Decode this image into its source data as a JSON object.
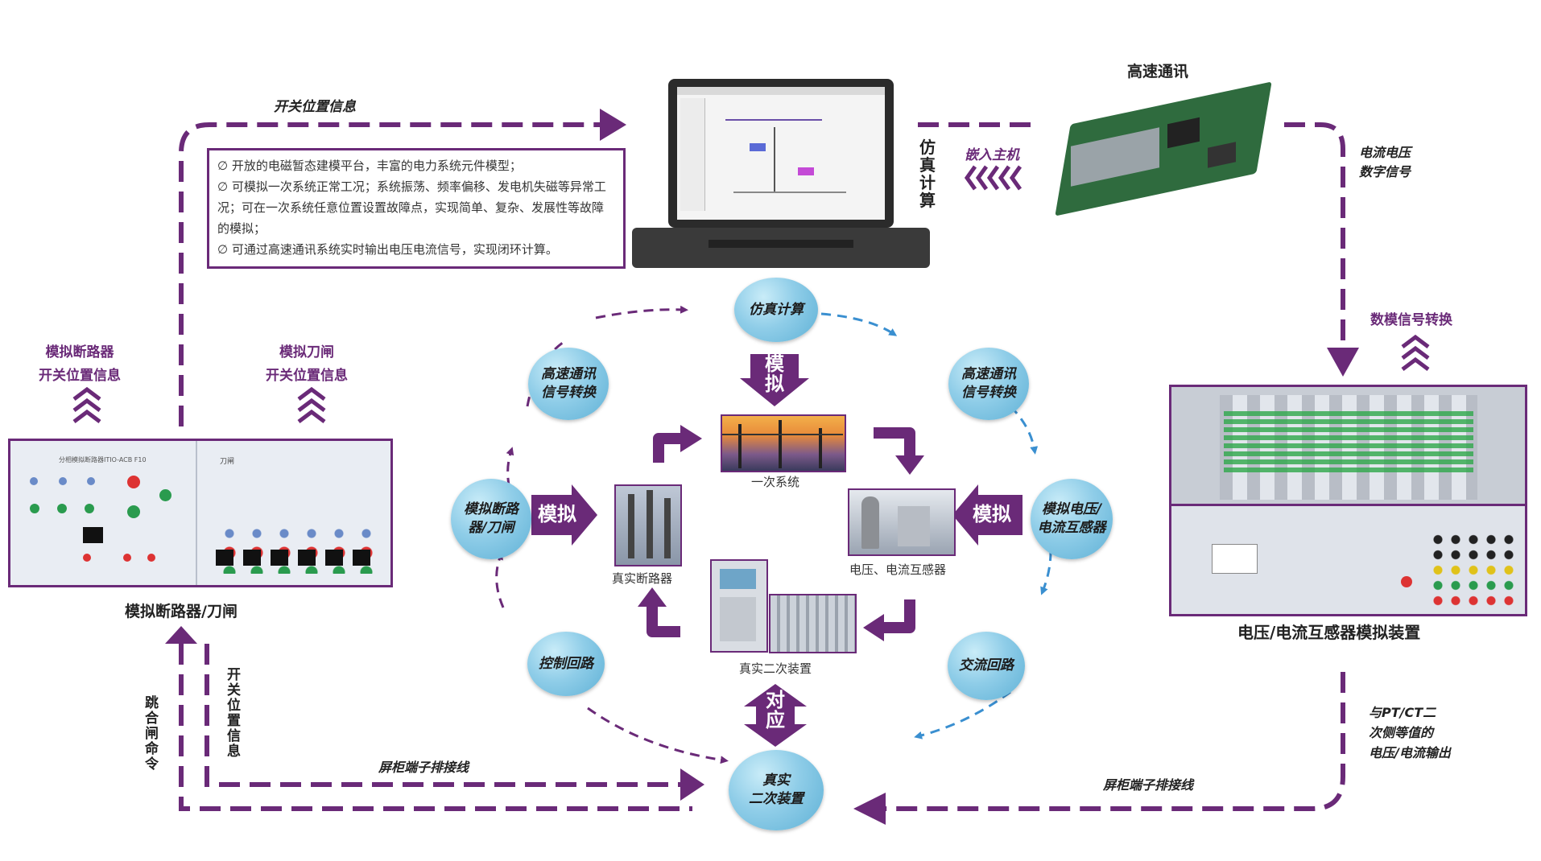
{
  "labels": {
    "switch_pos_top": "开关位置信息",
    "high_speed_comm": "高速通讯",
    "embed_host": "嵌入主机",
    "sim_calc_vertical": "仿真计算",
    "cur_volt_digital": "电流电压\n数字信号",
    "dac_convert": "数模信号转换",
    "breaker_pos_left": "模拟断路器\n开关位置信息",
    "knife_pos_left": "模拟刀闸\n开关位置信息",
    "breaker_device_caption": "模拟断路器/刀闸",
    "pt_ct_caption": "电压/电流互感器模拟装置",
    "trip_close_cmd": "跳合闸命令",
    "switch_pos_vertical": "开关位置信息",
    "cabinet_wiring_left": "屏柜端子排接线",
    "cabinet_wiring_right": "屏柜端子排接线",
    "pt_ct_output": "与PT/CT二\n次侧等值的\n电压/电流输出"
  },
  "info_box": [
    "∅ 开放的电磁暂态建模平台，丰富的电力系统元件模型；",
    "∅ 可模拟一次系统正常工况；系统振荡、频率偏移、发电机失磁等异常工况；可在一次系统任意位置设置故障点，实现简单、复杂、发展性等故障的模拟；",
    "∅ 可通过高速通讯系统实时输出电压电流信号，实现闭环计算。"
  ],
  "nodes": {
    "sim": "仿真计算",
    "comm_left": "高速通讯\n信号转换",
    "comm_right": "高速通讯\n信号转换",
    "sim_breaker": "模拟断路\n器/刀闸",
    "sim_ptct": "模拟电压/\n电流互感器",
    "control": "控制回路",
    "ac": "交流回路",
    "real_secondary": "真实\n二次装置"
  },
  "center_arrows": {
    "simulate_top": "模\n拟",
    "simulate_left": "模拟",
    "simulate_right": "模拟",
    "correspond": "对\n应"
  },
  "captions": {
    "primary": "一次系统",
    "breaker": "真实断路器",
    "ptct": "电压、电流互感器",
    "secondary": "真实二次装置"
  },
  "device_text": {
    "breaker_panel_title": "分相模拟断路器ITIO-ACB F10",
    "knife_label": "刀闸"
  },
  "colors": {
    "purple": "#6a2a78",
    "blue_dash": "#3a8fd0",
    "node": "#8fcde8"
  }
}
